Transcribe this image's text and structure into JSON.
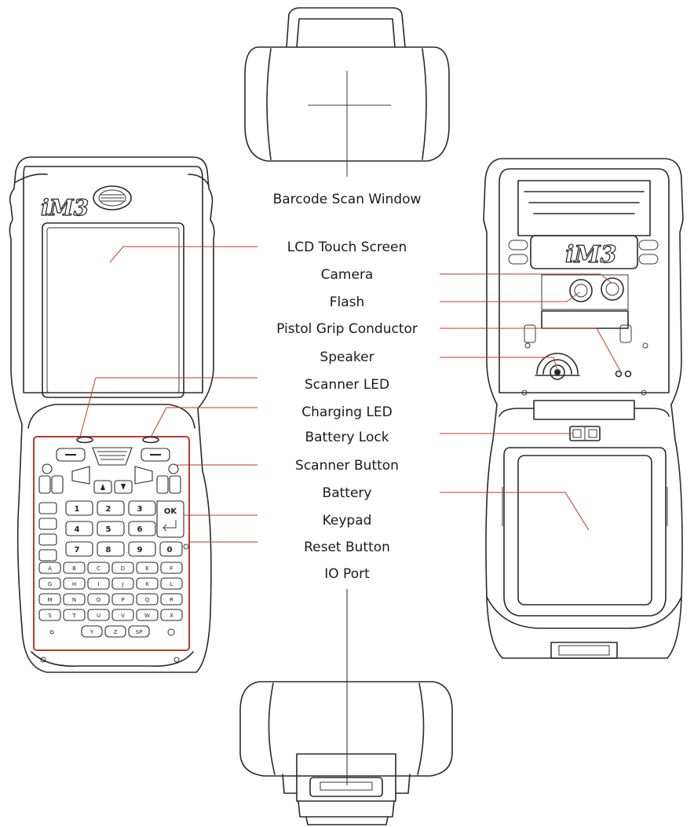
{
  "diagram": {
    "colors": {
      "leader": "#c0392b",
      "outline": "#2a2a2a",
      "keypad_frame": "#c0392b"
    },
    "logo_text": "iM3",
    "labels": [
      {
        "id": "barcode-scan-window",
        "text": "Barcode Scan Window"
      },
      {
        "id": "lcd-touch-screen",
        "text": "LCD Touch Screen"
      },
      {
        "id": "camera",
        "text": "Camera"
      },
      {
        "id": "flash",
        "text": "Flash"
      },
      {
        "id": "pistol-grip-conductor",
        "text": "Pistol Grip Conductor"
      },
      {
        "id": "speaker",
        "text": "Speaker"
      },
      {
        "id": "scanner-led",
        "text": "Scanner LED"
      },
      {
        "id": "charging-led",
        "text": "Charging LED"
      },
      {
        "id": "battery-lock",
        "text": "Battery Lock"
      },
      {
        "id": "scanner-button",
        "text": "Scanner Button"
      },
      {
        "id": "battery",
        "text": "Battery"
      },
      {
        "id": "keypad",
        "text": "Keypad"
      },
      {
        "id": "reset-button",
        "text": "Reset Button"
      },
      {
        "id": "io-port",
        "text": "IO Port"
      }
    ],
    "keypad": {
      "ok_label": "OK",
      "sp_label": "SP",
      "num_rows": [
        [
          "1",
          "2",
          "3"
        ],
        [
          "4",
          "5",
          "6"
        ],
        [
          "7",
          "8",
          "9",
          "0"
        ]
      ],
      "alpha_rows": [
        [
          "A",
          "B",
          "C",
          "D",
          "E",
          "F"
        ],
        [
          "G",
          "H",
          "I",
          "J",
          "K",
          "L"
        ],
        [
          "M",
          "N",
          "O",
          "P",
          "Q",
          "R"
        ],
        [
          "S",
          "T",
          "U",
          "V",
          "W",
          "X"
        ],
        [
          "Y",
          "Z",
          "SP"
        ]
      ]
    }
  }
}
